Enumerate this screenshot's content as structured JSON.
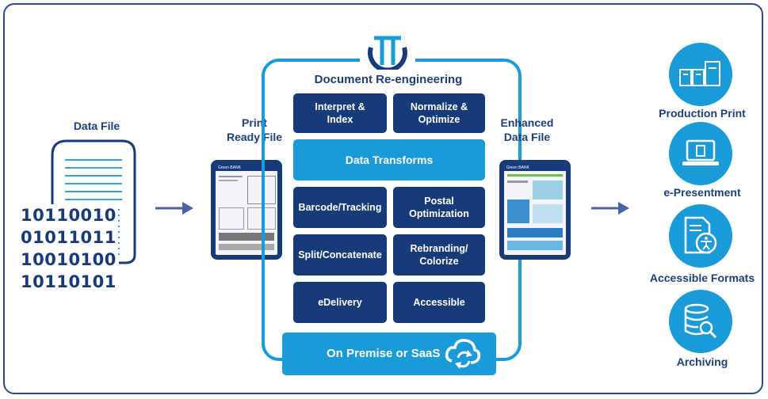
{
  "data_file_label": "Data File",
  "binary_lines": [
    "10110010",
    "01011011",
    "10010100",
    "10110101"
  ],
  "print_ready_label": "Print\nReady File",
  "enhanced_label": "Enhanced\nData File",
  "tablet_brand": "Green BANK",
  "center_title": "Document Re-engineering",
  "boxes": {
    "interpret": "Interpret &\nIndex",
    "normalize": "Normalize &\nOptimize",
    "data_transforms": "Data Transforms",
    "barcode": "Barcode/Tracking",
    "postal": "Postal\nOptimization",
    "split": "Split/Concatenate",
    "rebranding": "Rebranding/\nColorize",
    "edelivery": "eDelivery",
    "accessible": "Accessible"
  },
  "deployment_label": "On Premise or SaaS",
  "outputs": [
    {
      "label": "Production Print",
      "icon": "printer-icon"
    },
    {
      "label": "e-Presentment",
      "icon": "laptop-icon"
    },
    {
      "label": "Accessible Formats",
      "icon": "accessibility-document-icon"
    },
    {
      "label": "Archiving",
      "icon": "database-search-icon"
    }
  ],
  "colors": {
    "navy": "#173a78",
    "blue": "#1a9bd7",
    "arrow": "#4a62a6"
  }
}
